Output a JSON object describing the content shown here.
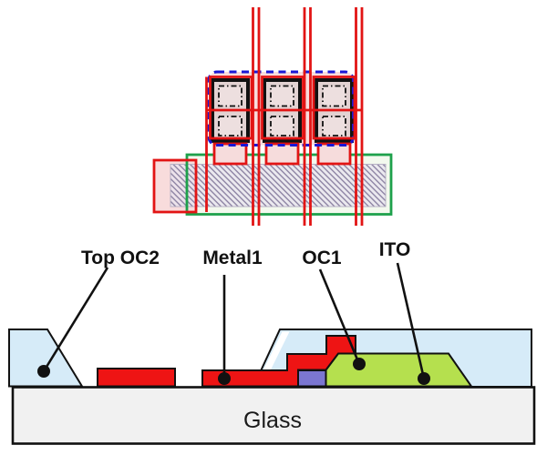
{
  "diagram": {
    "labels": {
      "top_oc2": "Top OC2",
      "metal1": "Metal1",
      "oc1": "OC1",
      "ito": "ITO",
      "glass": "Glass"
    },
    "colors": {
      "metal1_red": "#ee1414",
      "wire_red": "#e21414",
      "top_oc2_blue": "#d6ebf8",
      "oc1_green": "#b5e04e",
      "ito_purple": "#7b76d1",
      "glass_gray": "#f1f1f1",
      "pixel_outline_blue": "#1a17d4",
      "oc1_outline_green": "#1ea14b",
      "pink_region": "#f8dcdc",
      "via_block_fill": "#e2d2d2",
      "hatch_line": "#877d9f",
      "outline_black": "#111111"
    }
  }
}
